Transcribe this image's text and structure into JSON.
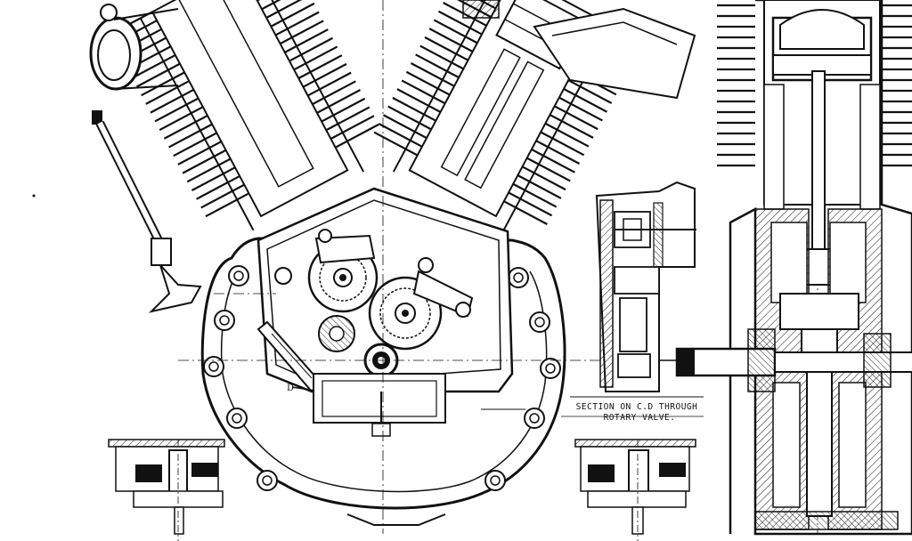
{
  "caption": {
    "line1": "SECTION ON C.D THROUGH",
    "line2": "ROTARY VALVE."
  },
  "reference_label": "D",
  "colors": {
    "ink": "#111111",
    "paper": "#ffffff"
  }
}
